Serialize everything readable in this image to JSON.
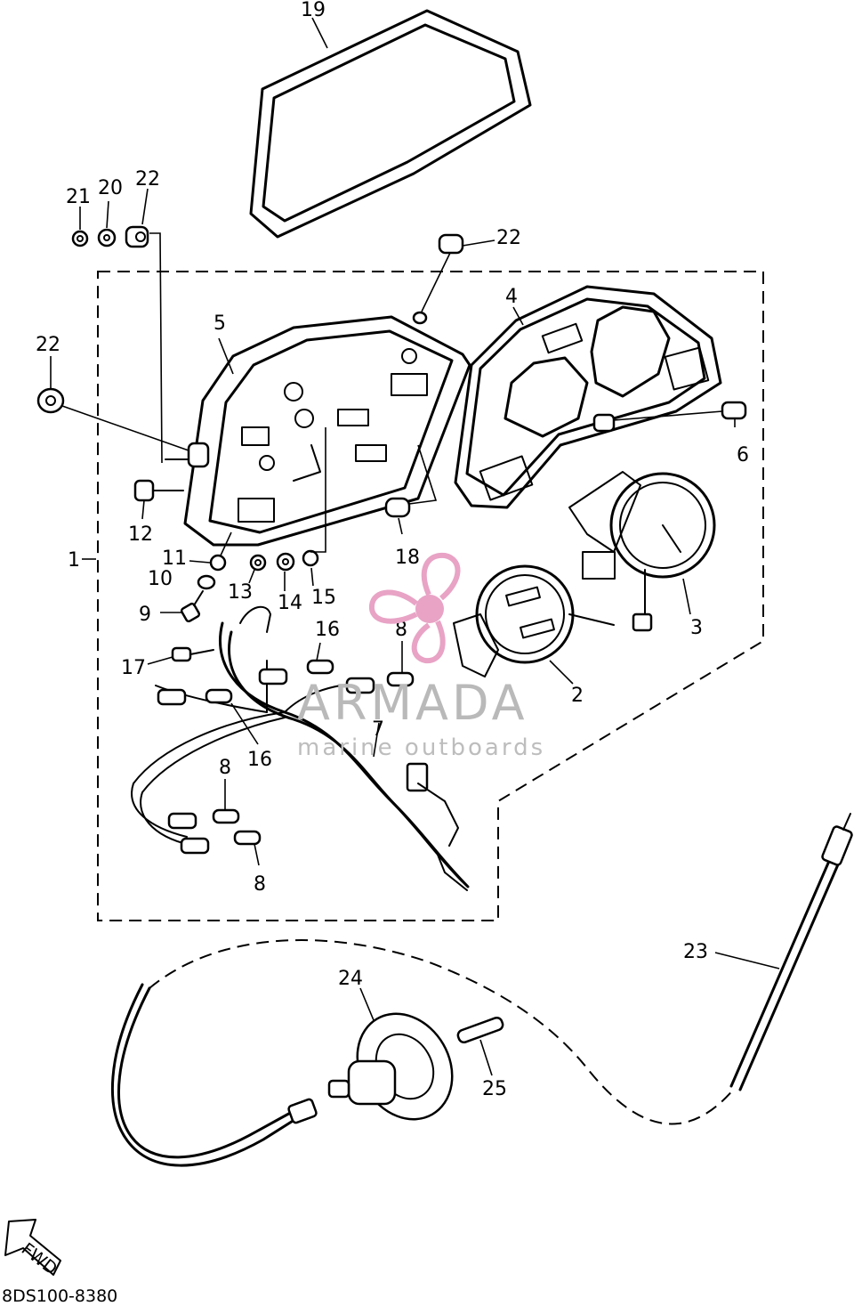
{
  "callouts": [
    {
      "id": "c19",
      "label": "19"
    },
    {
      "id": "c21",
      "label": "21"
    },
    {
      "id": "c20",
      "label": "20"
    },
    {
      "id": "c22a",
      "label": "22"
    },
    {
      "id": "c22b",
      "label": "22"
    },
    {
      "id": "c22c",
      "label": "22"
    },
    {
      "id": "c5",
      "label": "5"
    },
    {
      "id": "c4",
      "label": "4"
    },
    {
      "id": "c6",
      "label": "6"
    },
    {
      "id": "c12",
      "label": "12"
    },
    {
      "id": "c1",
      "label": "1"
    },
    {
      "id": "c11",
      "label": "11"
    },
    {
      "id": "c10",
      "label": "10"
    },
    {
      "id": "c13",
      "label": "13"
    },
    {
      "id": "c14",
      "label": "14"
    },
    {
      "id": "c15",
      "label": "15"
    },
    {
      "id": "c18",
      "label": "18"
    },
    {
      "id": "c9",
      "label": "9"
    },
    {
      "id": "c16a",
      "label": "16"
    },
    {
      "id": "c17",
      "label": "17"
    },
    {
      "id": "c8a",
      "label": "8"
    },
    {
      "id": "c3",
      "label": "3"
    },
    {
      "id": "c2",
      "label": "2"
    },
    {
      "id": "c16b",
      "label": "16"
    },
    {
      "id": "c7",
      "label": "7"
    },
    {
      "id": "c8b",
      "label": "8"
    },
    {
      "id": "c8c",
      "label": "8"
    },
    {
      "id": "c23",
      "label": "23"
    },
    {
      "id": "c24",
      "label": "24"
    },
    {
      "id": "c25",
      "label": "25"
    }
  ],
  "watermark": {
    "title": "ARMADA",
    "subtitle": "marine outboards",
    "accent_color": "#e8a3c5"
  },
  "fwd_label": "FWD",
  "diagram_code": "8DS100-8380"
}
